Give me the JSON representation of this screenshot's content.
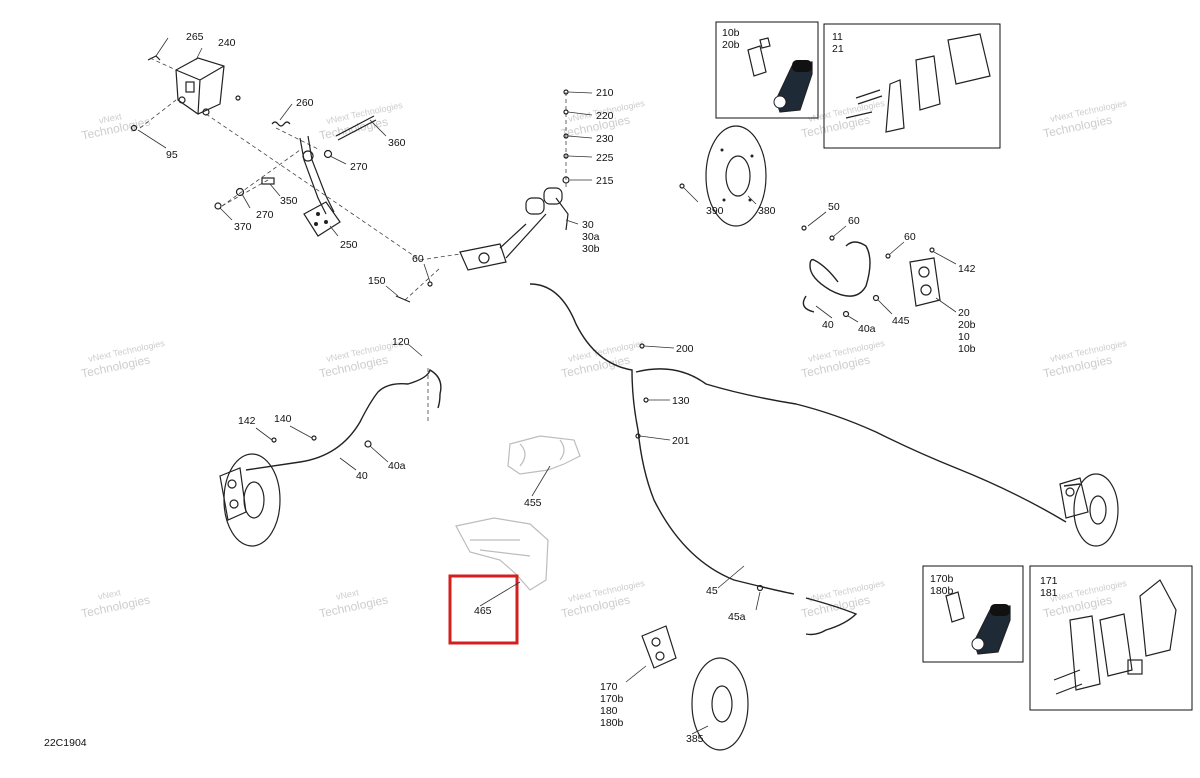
{
  "diagram_code": "22C1904",
  "watermark": {
    "line1": "vNext",
    "line2": "Technologies",
    "line3": "vNext Technologies"
  },
  "highlight": {
    "part": "465",
    "color": "#d41f1f"
  },
  "callouts": {
    "c265": "265",
    "c240": "240",
    "c260": "260",
    "c95": "95",
    "c360": "360",
    "c270a": "270",
    "c270b": "270",
    "c350": "350",
    "c370": "370",
    "c250": "250",
    "c210": "210",
    "c220": "220",
    "c230": "230",
    "c225": "225",
    "c215": "215",
    "c30": "30",
    "c30a": "30a",
    "c30b": "30b",
    "c60a": "60",
    "c150": "150",
    "c390": "390",
    "c380": "380",
    "c10b": "10b",
    "c20b": "20b",
    "c11": "11",
    "c21": "21",
    "c50": "50",
    "c60b": "60",
    "c60c": "60",
    "c142a": "142",
    "c40a1": "40",
    "c40a": "40a",
    "c445": "445",
    "c20": "20",
    "c20b2": "20b",
    "c10": "10",
    "c10b2": "10b",
    "c120": "120",
    "c200": "200",
    "c130": "130",
    "c201": "201",
    "c142b": "142",
    "c140": "140",
    "c40b": "40",
    "c40a2": "40a",
    "c455": "455",
    "c465": "465",
    "c45": "45",
    "c45a": "45a",
    "c170": "170",
    "c170b": "170b",
    "c180": "180",
    "c180b": "180b",
    "c385": "385",
    "c170b2": "170b",
    "c180b2": "180b",
    "c171": "171",
    "c181": "181"
  }
}
